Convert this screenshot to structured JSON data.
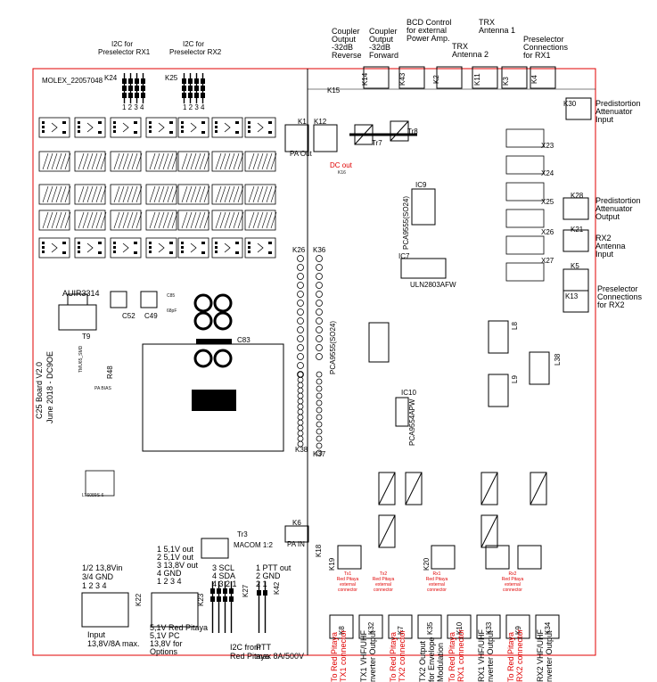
{
  "board": {
    "connector_header": "MOLEX_22057048",
    "title_line1": "C25 Board V2.0",
    "title_line2": "June 2018 - DC9OE",
    "chips": {
      "auir": "AUIR3314",
      "t9": "T9",
      "c52": "C52",
      "c49": "C49",
      "c85": "C85",
      "c85_val": "68pF",
      "c83": "C83",
      "pa_bias": "PA BIAS",
      "thermal": "TMU65_SMD",
      "r48": "R48",
      "lt": "LT6089S-6",
      "pca1": "PCA9555(SO24)",
      "ic9": "IC9",
      "ic7": "IC7",
      "uln": "ULN2803AFW",
      "pca2": "PCA9555(SO24)",
      "ic10": "IC10",
      "pca3": "PCA9554APW",
      "tr7": "Tr7",
      "tr8": "Tr8",
      "tr3": "Tr3",
      "macom": "MACOM 1:2",
      "dc_out": "DC out",
      "l8": "L8",
      "l9": "L9",
      "l38": "L38"
    },
    "top_labels": {
      "k24_title": "I2C for\nPreselector RX1",
      "k24": "K24",
      "k24_pins": "1 2 3 4",
      "k25_title": "I2C for\nPreselector RX2",
      "k25": "K25",
      "k25_pins": "1 2 3 4",
      "k14_title": "Coupler\nOutput\n-32dB\nReverse",
      "k14": "K14",
      "k15": "K15",
      "k13_title": "Coupler\nOutput\n-32dB\nForward",
      "k43_title": "BCD Control\nfor external\nPower Amp.",
      "k43": "K43",
      "k2_title": "TRX\nAntenna 2",
      "k11_title": "TRX\nAntenna 1",
      "k3_title": "Preselector\nConnections\nfor RX1",
      "k2": "K2",
      "k11": "K11",
      "k3": "K3",
      "k4": "K4"
    },
    "right_labels": {
      "k30": "K30",
      "k30_title": "Predistortion\nAttenuator\nInput",
      "x23": "X23",
      "x24": "X24",
      "x25": "X25",
      "x26": "X26",
      "k28": "K28",
      "k28_title": "Predistortion\nAttenuator\nOutput",
      "k21": "K21",
      "k21_title": "RX2\nAntenna\nInput",
      "x27": "X27",
      "k5": "K5",
      "k13": "K13",
      "k5_title": "Preselector\nConnections\nfor RX2"
    },
    "mid_labels": {
      "k1": "K1",
      "pa_out": "PA Out",
      "k12": "K12",
      "k26": "K26",
      "k36": "K36",
      "k37": "K37",
      "k38": "K38",
      "k6": "K6",
      "pa_in": "PA IN",
      "k18": "K18",
      "k19": "K19",
      "k20": "K20",
      "k33": "K33",
      "k16": "K16"
    },
    "bottom_connectors": [
      {
        "id": "K8",
        "text": "To Red Pitaya\nTX1 connector",
        "red": true
      },
      {
        "id": "K32",
        "text": "TX1 VHF/UHF\nnverter Output",
        "red": false
      },
      {
        "id": "K7",
        "text": "To Red Pitaya\nTX2 connector",
        "red": true
      },
      {
        "id": "K35",
        "text": "TX2 Output\nfor Envelope\nModulation",
        "red": false
      },
      {
        "id": "K10",
        "text": "To Red Pitaya\nRX1 connector",
        "red": true
      },
      {
        "id": "K33",
        "text": "RX1 VHF/UHF\nnverter Output",
        "red": false
      },
      {
        "id": "K9",
        "text": "To Red Pitaya\nRX2 connector",
        "red": true
      },
      {
        "id": "K34",
        "text": "RX2 VHF/UHF\nnverter Output",
        "red": false
      }
    ],
    "bottom_left": {
      "k22_pins": "1/2 13,8Vin\n3/4 GND\n1 2 3 4",
      "k22": "K22",
      "k22_title": "Input\n13,8V/8A max.",
      "k23_pins": "1 5,1V out\n2 5,1V out\n3 13,8V out\n4 GND\n1 2 3 4",
      "k23": "K23",
      "k23_title": "5,1V Red Pitaya\n5,1V PC\n13,8V for\nOptions",
      "k27_pins": "3 SCL\n4 SDA\n4 3 2 1",
      "k27": "K27",
      "k27_title": "I2C from\nRed Pitaya",
      "k42_pins": "1 PTT out\n2 GND\n2 1",
      "k42": "K42",
      "k42_title": "PTT\nmax 8A/500V"
    },
    "red_small": [
      "Tx1\nRed Pitaya\nexternal\nconnector",
      "Tx2\nRed Pitaya\nexternal\nconnector",
      "Rx1\nRed Pitaya\nexternal\nconnector",
      "Rx2\nRed Pitaya\nexternal\nconnector"
    ],
    "colors": {
      "outline": "#e00000",
      "ink": "#000000",
      "red_text": "#e00000"
    }
  }
}
